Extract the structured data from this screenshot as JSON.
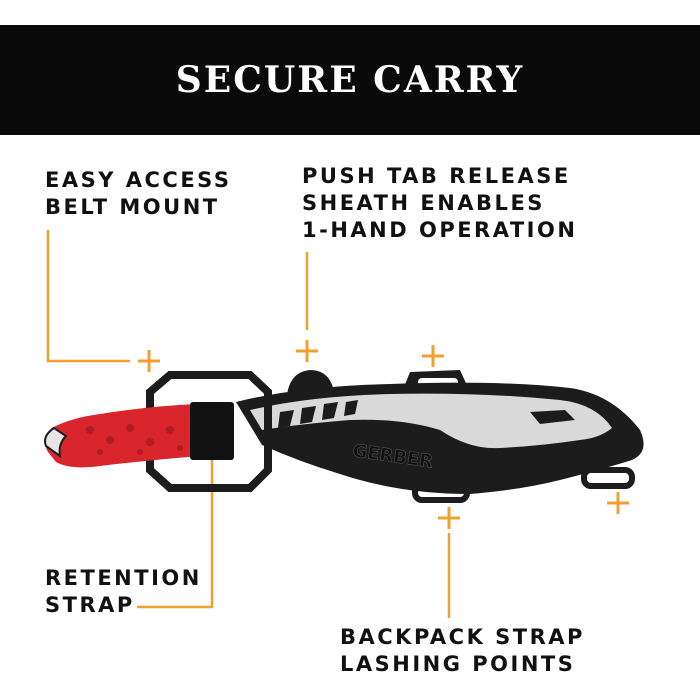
{
  "header": {
    "title": "SECURE CARRY"
  },
  "callouts": {
    "belt_mount": [
      "EASY ACCESS",
      "BELT MOUNT"
    ],
    "push_tab": [
      "PUSH TAB RELEASE",
      "SHEATH ENABLES",
      "1-HAND OPERATION"
    ],
    "retention_strap": [
      "RETENTION",
      "STRAP"
    ],
    "lashing_points": [
      "BACKPACK STRAP",
      "LASHING POINTS"
    ]
  },
  "product": {
    "brand": "GERBER"
  },
  "colors": {
    "accent": "#f0a030",
    "banner_bg": "#0a0a0a",
    "banner_text": "#ffffff",
    "handle_red": "#d8262c",
    "sheath_black": "#1c1c1c",
    "blade_grey": "#d9d9d9"
  }
}
